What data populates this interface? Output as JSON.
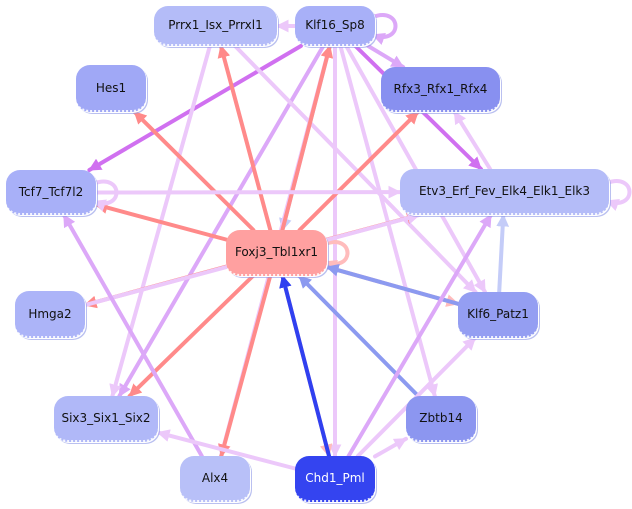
{
  "title": "Gene regulatory network",
  "colors": {
    "repress_strong": "#ff8a8a",
    "repress_light": "#ffbcbc",
    "activate_strong": "#d070f0",
    "activate_mid": "#dca8f8",
    "activate_light": "#ecc8fa",
    "blue_strong": "#3040f0",
    "blue_mid": "#8c9af0",
    "blue_light": "#c4ccf8"
  },
  "nodes": [
    {
      "id": "prrx1",
      "label": "Prrx1_Isx_Prrxl1",
      "fill": "#b4bcf8",
      "text": "#111111"
    },
    {
      "id": "klf16",
      "label": "Klf16_Sp8",
      "fill": "#a8b0f8",
      "text": "#111111"
    },
    {
      "id": "hes1",
      "label": "Hes1",
      "fill": "#a0a8f6",
      "text": "#111111"
    },
    {
      "id": "rfx3",
      "label": "Rfx3_Rfx1_Rfx4",
      "fill": "#8890f0",
      "text": "#111111"
    },
    {
      "id": "tcf7",
      "label": "Tcf7_Tcf7l2",
      "fill": "#a8b0f8",
      "text": "#111111"
    },
    {
      "id": "etv3",
      "label": "Etv3_Erf_Fev_Elk4_Elk1_Elk3",
      "fill": "#b4bcf8",
      "text": "#111111"
    },
    {
      "id": "foxj3",
      "label": "Foxj3_Tbl1xr1",
      "fill": "#ffa0a0",
      "text": "#111111"
    },
    {
      "id": "hmga2",
      "label": "Hmga2",
      "fill": "#acb4f8",
      "text": "#111111"
    },
    {
      "id": "klf6",
      "label": "Klf6_Patz1",
      "fill": "#949ef2",
      "text": "#111111"
    },
    {
      "id": "six3",
      "label": "Six3_Six1_Six2",
      "fill": "#b0b8f8",
      "text": "#111111"
    },
    {
      "id": "zbtb14",
      "label": "Zbtb14",
      "fill": "#8c96f0",
      "text": "#111111"
    },
    {
      "id": "alx4",
      "label": "Alx4",
      "fill": "#b8c0f8",
      "text": "#111111"
    },
    {
      "id": "chd1",
      "label": "Chd1_Pml",
      "fill": "#3444f0",
      "text": "#ffffff"
    }
  ],
  "edges": [
    {
      "from": "klf16",
      "to": "prrx1",
      "color": "activate_light"
    },
    {
      "from": "klf16",
      "to": "klf16",
      "color": "activate_mid",
      "self": true
    },
    {
      "from": "klf16",
      "to": "rfx3",
      "color": "activate_mid"
    },
    {
      "from": "klf16",
      "to": "tcf7",
      "color": "activate_strong"
    },
    {
      "from": "klf16",
      "to": "etv3",
      "color": "activate_strong"
    },
    {
      "from": "klf16",
      "to": "foxj3",
      "color": "blue_light"
    },
    {
      "from": "klf16",
      "to": "six3",
      "color": "activate_mid"
    },
    {
      "from": "klf16",
      "to": "alx4",
      "color": "activate_light"
    },
    {
      "from": "klf16",
      "to": "chd1",
      "color": "activate_light"
    },
    {
      "from": "klf16",
      "to": "zbtb14",
      "color": "activate_light"
    },
    {
      "from": "klf16",
      "to": "klf6",
      "color": "activate_light"
    },
    {
      "from": "prrx1",
      "to": "six3",
      "color": "activate_light"
    },
    {
      "from": "prrx1",
      "to": "klf6",
      "color": "activate_light"
    },
    {
      "from": "foxj3",
      "to": "hes1",
      "color": "repress_strong"
    },
    {
      "from": "foxj3",
      "to": "prrx1",
      "color": "repress_strong"
    },
    {
      "from": "foxj3",
      "to": "klf16",
      "color": "repress_strong"
    },
    {
      "from": "foxj3",
      "to": "rfx3",
      "color": "repress_strong"
    },
    {
      "from": "foxj3",
      "to": "tcf7",
      "color": "repress_strong"
    },
    {
      "from": "foxj3",
      "to": "etv3",
      "color": "repress_strong"
    },
    {
      "from": "foxj3",
      "to": "hmga2",
      "color": "repress_strong"
    },
    {
      "from": "foxj3",
      "to": "six3",
      "color": "repress_strong"
    },
    {
      "from": "foxj3",
      "to": "alx4",
      "color": "repress_strong"
    },
    {
      "from": "foxj3",
      "to": "klf6",
      "color": "repress_light"
    },
    {
      "from": "foxj3",
      "to": "chd1",
      "color": "repress_light"
    },
    {
      "from": "foxj3",
      "to": "foxj3",
      "color": "repress_light",
      "self": true
    },
    {
      "from": "tcf7",
      "to": "etv3",
      "color": "activate_light"
    },
    {
      "from": "tcf7",
      "to": "tcf7",
      "color": "activate_light",
      "self": true
    },
    {
      "from": "etv3",
      "to": "rfx3",
      "color": "activate_light"
    },
    {
      "from": "etv3",
      "to": "etv3",
      "color": "activate_light",
      "self": true
    },
    {
      "from": "hmga2",
      "to": "etv3",
      "color": "activate_light"
    },
    {
      "from": "alx4",
      "to": "tcf7",
      "color": "activate_mid"
    },
    {
      "from": "klf6",
      "to": "foxj3",
      "color": "blue_mid"
    },
    {
      "from": "klf6",
      "to": "etv3",
      "color": "blue_light"
    },
    {
      "from": "zbtb14",
      "to": "foxj3",
      "color": "blue_mid"
    },
    {
      "from": "chd1",
      "to": "foxj3",
      "color": "blue_strong"
    },
    {
      "from": "chd1",
      "to": "etv3",
      "color": "activate_mid"
    },
    {
      "from": "chd1",
      "to": "klf6",
      "color": "activate_light"
    },
    {
      "from": "chd1",
      "to": "zbtb14",
      "color": "activate_light"
    },
    {
      "from": "chd1",
      "to": "six3",
      "color": "activate_light"
    }
  ]
}
